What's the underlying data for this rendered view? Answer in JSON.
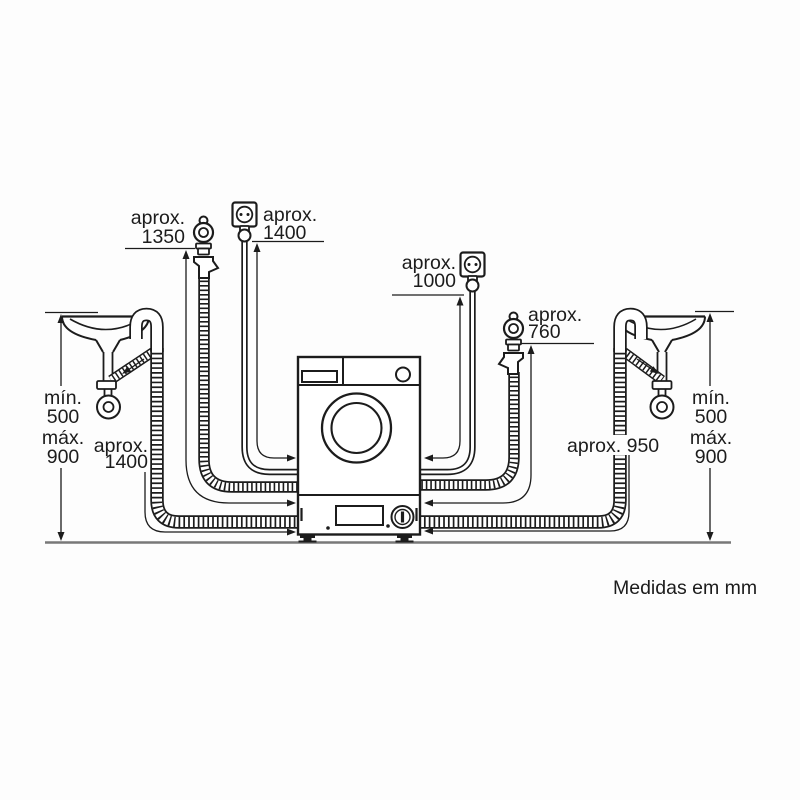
{
  "footer_note": "Medidas em mm",
  "labels": {
    "left_inlet_hose": {
      "word": "aprox.",
      "value": "1350"
    },
    "left_power_cord": {
      "word": "aprox.",
      "value": "1400"
    },
    "right_power_cord": {
      "word": "aprox.",
      "value": "1000"
    },
    "right_inlet_hose": {
      "word": "aprox.",
      "value": "760"
    },
    "right_drain_hose": {
      "text": "aprox. 950"
    },
    "left_drain_hose": {
      "word": "aprox.",
      "value": "1400"
    },
    "sink_height": {
      "min_word": "mín.",
      "min_value": "500",
      "max_word": "máx.",
      "max_value": "900"
    }
  },
  "colors": {
    "line": "#1c1c1c",
    "floor": "#787878",
    "background": "#ffffff"
  }
}
